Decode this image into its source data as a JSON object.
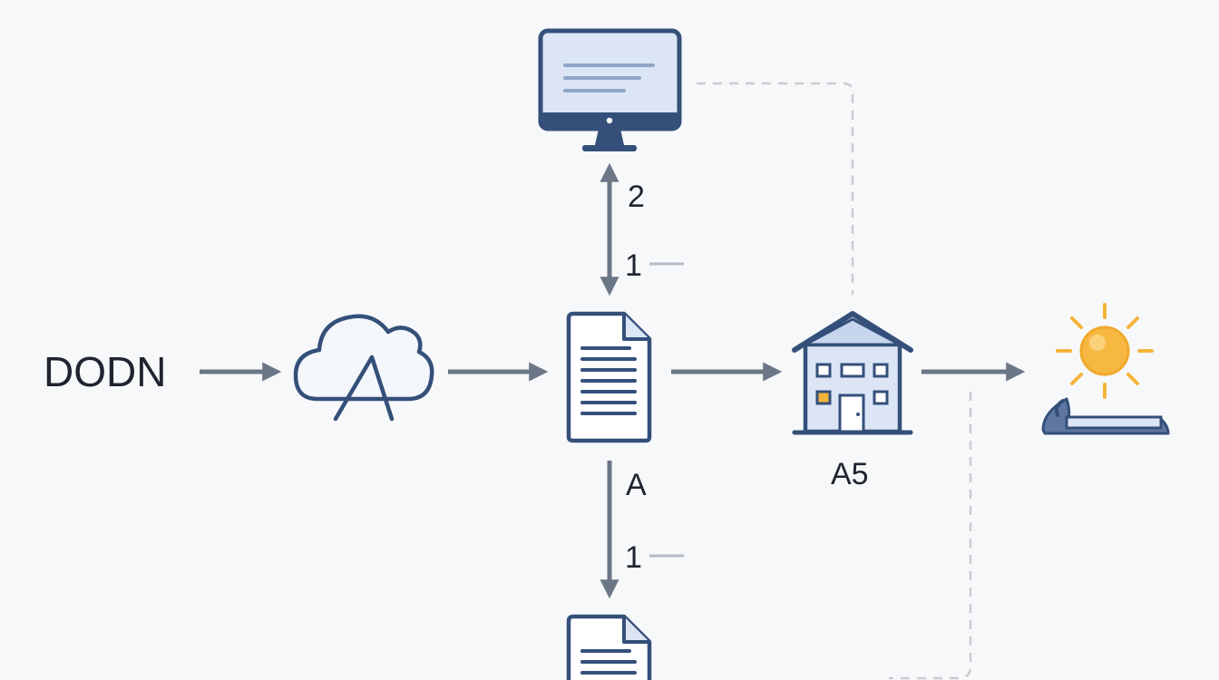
{
  "diagram": {
    "source_label": "DODN",
    "house_label": "A5",
    "up_arrow_label_top": "2",
    "up_arrow_label_bottom": "1",
    "down_arrow_label_top": "A",
    "down_arrow_label_bottom": "1"
  },
  "colors": {
    "background": "#f7f8f9",
    "stroke": "#34507a",
    "fill_light": "#dbe5f6",
    "arrow": "#6b7686",
    "dashed": "#c9ccd1",
    "sun": "#f4b43a",
    "text": "#1f2430"
  },
  "icons": [
    "monitor-icon",
    "cloud-icon",
    "document-icon",
    "house-icon",
    "sun-icon",
    "laptop-icon"
  ]
}
